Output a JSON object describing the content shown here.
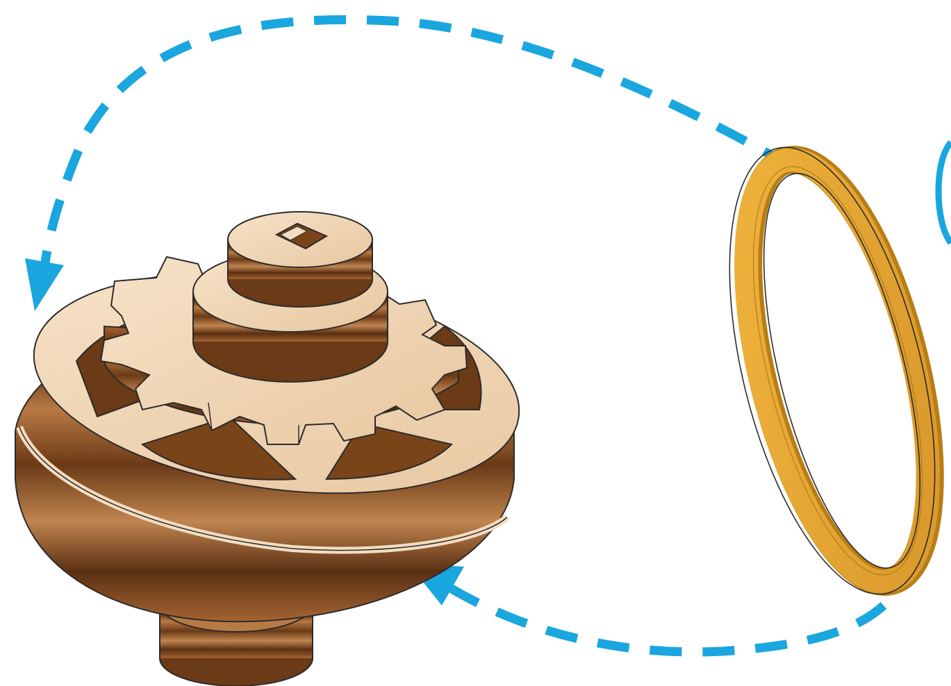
{
  "diagram": {
    "kind": "assembly instruction illustration",
    "parts": [
      {
        "id": "pulley-gear-assembly",
        "icon": "wooden-gear-pulley-icon"
      },
      {
        "id": "rubber-band",
        "icon": "rubber-band-ring-icon"
      }
    ],
    "arrows": [
      {
        "id": "loop-arrow-top",
        "icon": "dashed-arrow-icon",
        "from": "rubber-band",
        "to": "pulley-gear-assembly"
      },
      {
        "id": "loop-arrow-bottom",
        "icon": "dashed-arrow-icon",
        "from": "rubber-band",
        "to": "pulley-groove"
      },
      {
        "id": "partial-arc-right",
        "icon": "arc-arrow-icon"
      }
    ],
    "colors": {
      "arrow": "#1aa6de",
      "band": "#e2a22e",
      "band_dark": "#b87d14",
      "wood_light": "#f3dcc0",
      "wood_mid": "#b86e36",
      "wood_dark": "#6b3a16",
      "outline": "#2b2b2b"
    }
  }
}
